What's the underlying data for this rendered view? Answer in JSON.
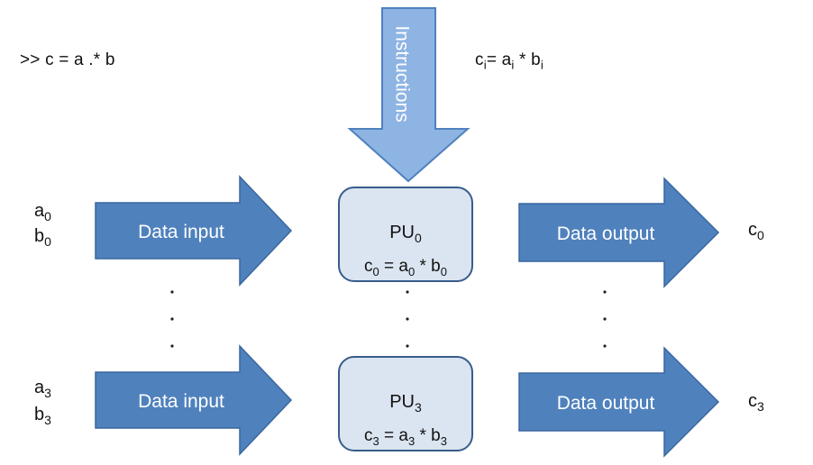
{
  "command": ">> c = a .* b",
  "formula": {
    "c": "c",
    "i1": "i",
    "eq": "= ",
    "a": "a",
    "i2": "i",
    "mul": " * ",
    "b": "b",
    "i3": "i"
  },
  "instructions_label": "Instructions",
  "rows": [
    {
      "input_a": "a",
      "input_a_sub": "0",
      "input_b": "b",
      "input_b_sub": "0",
      "data_input_label": "Data input",
      "pu_name": "PU",
      "pu_sub": "0",
      "eq": {
        "c": "c",
        "c_sub": "0",
        "eq": " = ",
        "a": "a",
        "a_sub": "0",
        "mul": " * ",
        "b": "b",
        "b_sub": "0"
      },
      "data_output_label": "Data output",
      "output": "c",
      "output_sub": "0"
    },
    {
      "input_a": "a",
      "input_a_sub": "3",
      "input_b": "b",
      "input_b_sub": "3",
      "data_input_label": "Data input",
      "pu_name": "PU",
      "pu_sub": "3",
      "eq": {
        "c": "c",
        "c_sub": "3",
        "eq": " = ",
        "a": "a",
        "a_sub": "3",
        "mul": " * ",
        "b": "b",
        "b_sub": "3"
      },
      "data_output_label": "Data output",
      "output": "c",
      "output_sub": "3"
    }
  ],
  "colors": {
    "data_arrow_fill": "#4f81bd",
    "data_arrow_stroke": "#3a679e",
    "instructions_fill": "#8eb4e3",
    "instructions_stroke": "#4f81bd",
    "pu_fill": "#dbe4f1",
    "pu_stroke": "#385d8a"
  }
}
